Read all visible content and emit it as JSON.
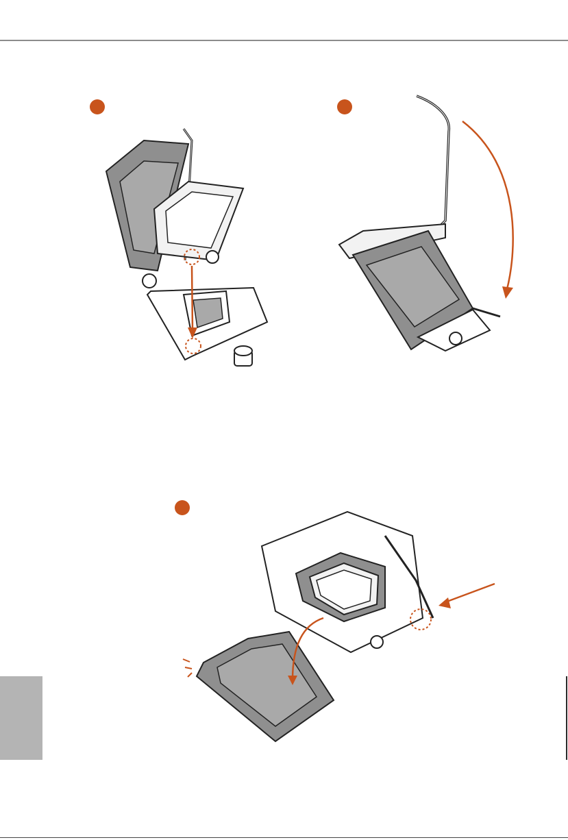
{
  "colors": {
    "accent": "#c8541c",
    "frame_gray": "#7a7a7a",
    "plate_gray": "#9a9a9a",
    "tab_gray": "#b4b4b4",
    "rule_gray": "#8c8c8c"
  },
  "steps": [
    {
      "icon": "orange-step-dot",
      "figure": "cpu-insert-into-socket"
    },
    {
      "icon": "orange-step-dot",
      "figure": "close-load-plate-lever"
    },
    {
      "icon": "orange-step-dot",
      "figure": "pnp-cap-removal"
    }
  ]
}
